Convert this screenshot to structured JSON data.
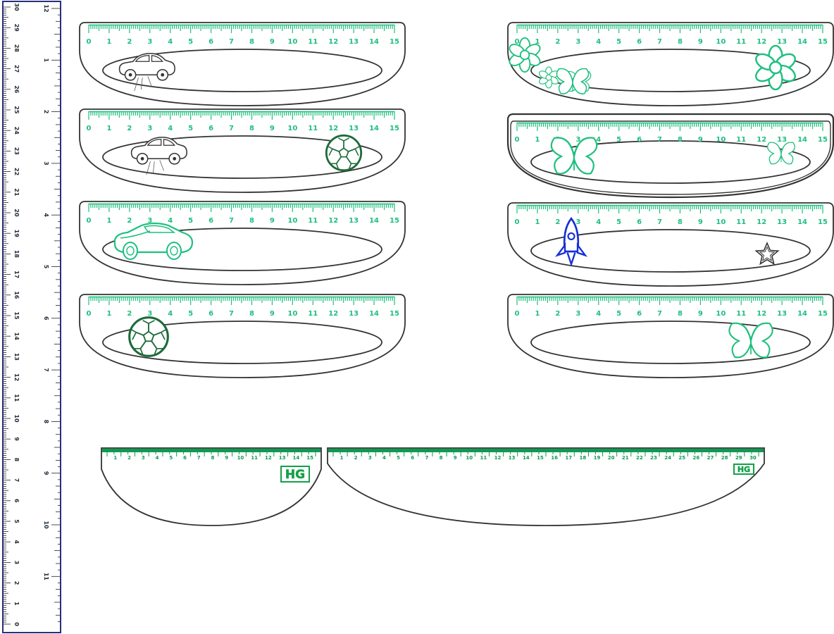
{
  "colors": {
    "ruler_green": "#1fbf7f",
    "ruler_green_dark": "#0f9a52",
    "logo_green": "#14a048",
    "outline": "#333333",
    "frame_blue": "#2a2f7a",
    "rocket_blue": "#1630d8",
    "soccer_dark": "#1e6b3a"
  },
  "vertical_ruler": {
    "cm_labels": [
      "30",
      "29",
      "28",
      "27",
      "26",
      "25",
      "24",
      "23",
      "22",
      "21",
      "20",
      "19",
      "18",
      "17",
      "16",
      "15",
      "14",
      "13",
      "12",
      "11",
      "10",
      "9",
      "8",
      "7",
      "6",
      "5",
      "4",
      "3",
      "2",
      "1",
      "0"
    ],
    "inch_labels": [
      "12",
      "1",
      "2",
      "3",
      "4",
      "5",
      "6",
      "7",
      "8",
      "9",
      "10",
      "11",
      "12"
    ]
  },
  "rulers": [
    {
      "scale": [
        "0",
        "1",
        "2",
        "3",
        "4",
        "5",
        "6",
        "7",
        "8",
        "9",
        "10",
        "11",
        "12",
        "13",
        "14",
        "15"
      ],
      "decorations": [
        "car-sketch-icon"
      ]
    },
    {
      "scale": [
        "0",
        "1",
        "2",
        "3",
        "4",
        "5",
        "6",
        "7",
        "8",
        "9",
        "10",
        "11",
        "12",
        "13",
        "14",
        "15"
      ],
      "decorations": [
        "car-sketch-icon",
        "soccer-ball-icon"
      ]
    },
    {
      "scale": [
        "0",
        "1",
        "2",
        "3",
        "4",
        "5",
        "6",
        "7",
        "8",
        "9",
        "10",
        "11",
        "12",
        "13",
        "14",
        "15"
      ],
      "decorations": [
        "sports-car-icon"
      ]
    },
    {
      "scale": [
        "0",
        "1",
        "2",
        "3",
        "4",
        "5",
        "6",
        "7",
        "8",
        "9",
        "10",
        "11",
        "12",
        "13",
        "14",
        "15"
      ],
      "decorations": [
        "soccer-ball-icon"
      ]
    },
    {
      "scale": [
        "0",
        "1",
        "2",
        "3",
        "4",
        "5",
        "6",
        "7",
        "8",
        "9",
        "10",
        "11",
        "12",
        "13",
        "14",
        "15"
      ],
      "decorations": [
        "flower-icon",
        "butterfly-icon"
      ]
    },
    {
      "scale": [
        "0",
        "1",
        "2",
        "3",
        "4",
        "5",
        "6",
        "7",
        "8",
        "9",
        "10",
        "11",
        "12",
        "13",
        "14",
        "15"
      ],
      "decorations": [
        "butterfly-icon"
      ]
    },
    {
      "scale": [
        "0",
        "1",
        "2",
        "3",
        "4",
        "5",
        "6",
        "7",
        "8",
        "9",
        "10",
        "11",
        "12",
        "13",
        "14",
        "15"
      ],
      "decorations": [
        "rocket-icon",
        "star-icon"
      ]
    },
    {
      "scale": [
        "0",
        "1",
        "2",
        "3",
        "4",
        "5",
        "6",
        "7",
        "8",
        "9",
        "10",
        "11",
        "12",
        "13",
        "14",
        "15"
      ],
      "decorations": [
        "butterfly-icon"
      ]
    }
  ],
  "protractors": [
    {
      "scale": [
        "1",
        "2",
        "3",
        "4",
        "5",
        "6",
        "7",
        "8",
        "9",
        "10",
        "11",
        "12",
        "13",
        "14",
        "15"
      ],
      "logo": "HG"
    },
    {
      "scale": [
        "1",
        "2",
        "3",
        "4",
        "5",
        "6",
        "7",
        "8",
        "9",
        "10",
        "11",
        "12",
        "13",
        "14",
        "15",
        "16",
        "17",
        "18",
        "19",
        "20",
        "21",
        "22",
        "23",
        "24",
        "25",
        "26",
        "27",
        "28",
        "29",
        "30"
      ],
      "logo": "HG"
    }
  ]
}
